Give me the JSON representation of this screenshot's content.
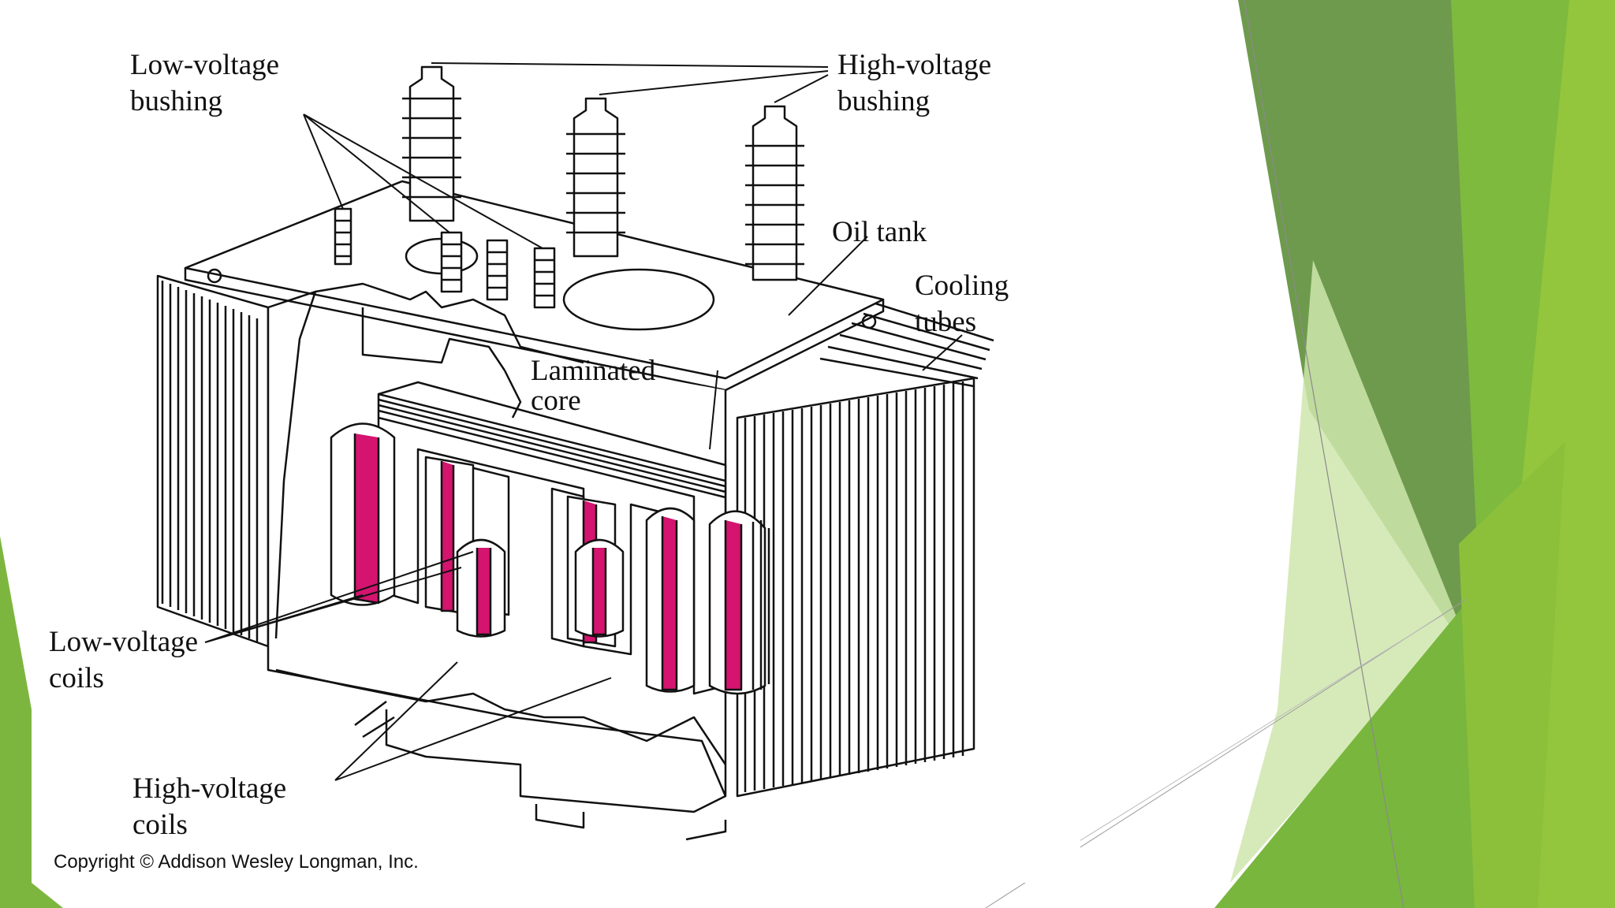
{
  "slide": {
    "theme_colors": {
      "green_dark": "#6e9a4d",
      "green_mid": "#76b043",
      "green_light": "#92c13b",
      "green_pale": "#cfe6ad",
      "coil_accent": "#d4146f"
    }
  },
  "diagram": {
    "labels": {
      "low_voltage_bushing": "Low-voltage\nbushing",
      "high_voltage_bushing": "High-voltage\nbushing",
      "oil_tank": "Oil tank",
      "cooling_tubes": "Cooling\ntubes",
      "laminated_core": "Laminated\ncore",
      "low_voltage_coils": "Low-voltage\ncoils",
      "high_voltage_coils": "High-voltage\ncoils"
    },
    "copyright": "Copyright © Addison Wesley Longman, Inc."
  }
}
